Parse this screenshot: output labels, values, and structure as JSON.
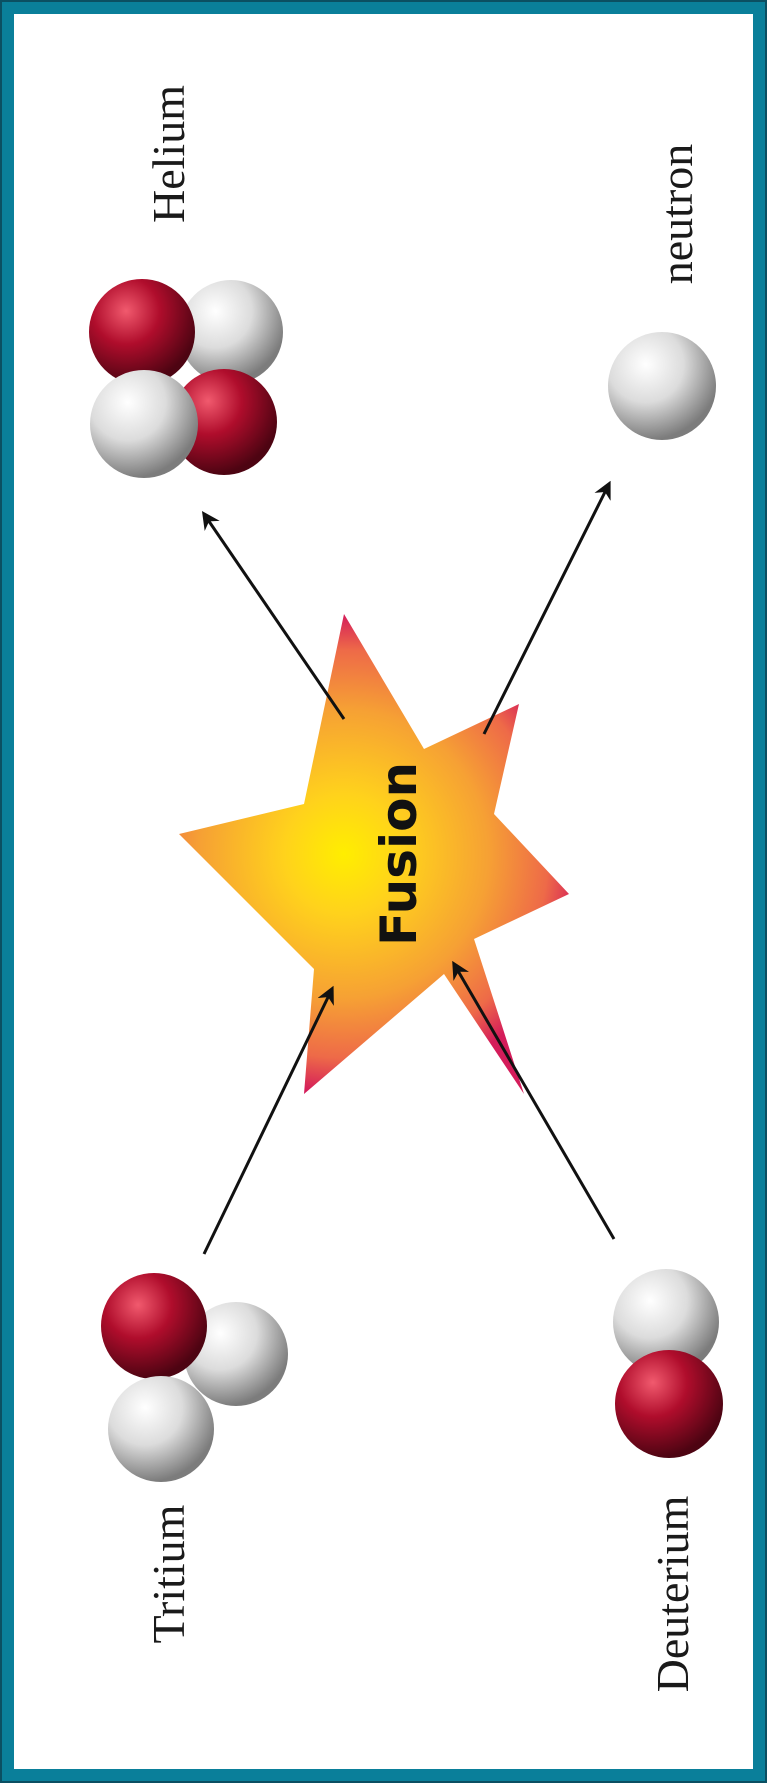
{
  "diagram": {
    "labels": {
      "helium": "Helium",
      "neutron": "neutron",
      "fusion": "Fusion",
      "tritium": "Tritium",
      "deuterium": "Deuterium"
    },
    "colors": {
      "border": "#0a7f9a",
      "proton": "#b00d2c",
      "neutron": "#d8d8d8",
      "star_core": "#ffe600",
      "star_mid": "#f6a134",
      "star_edge": "#d41c5a",
      "arrow": "#111111"
    }
  }
}
